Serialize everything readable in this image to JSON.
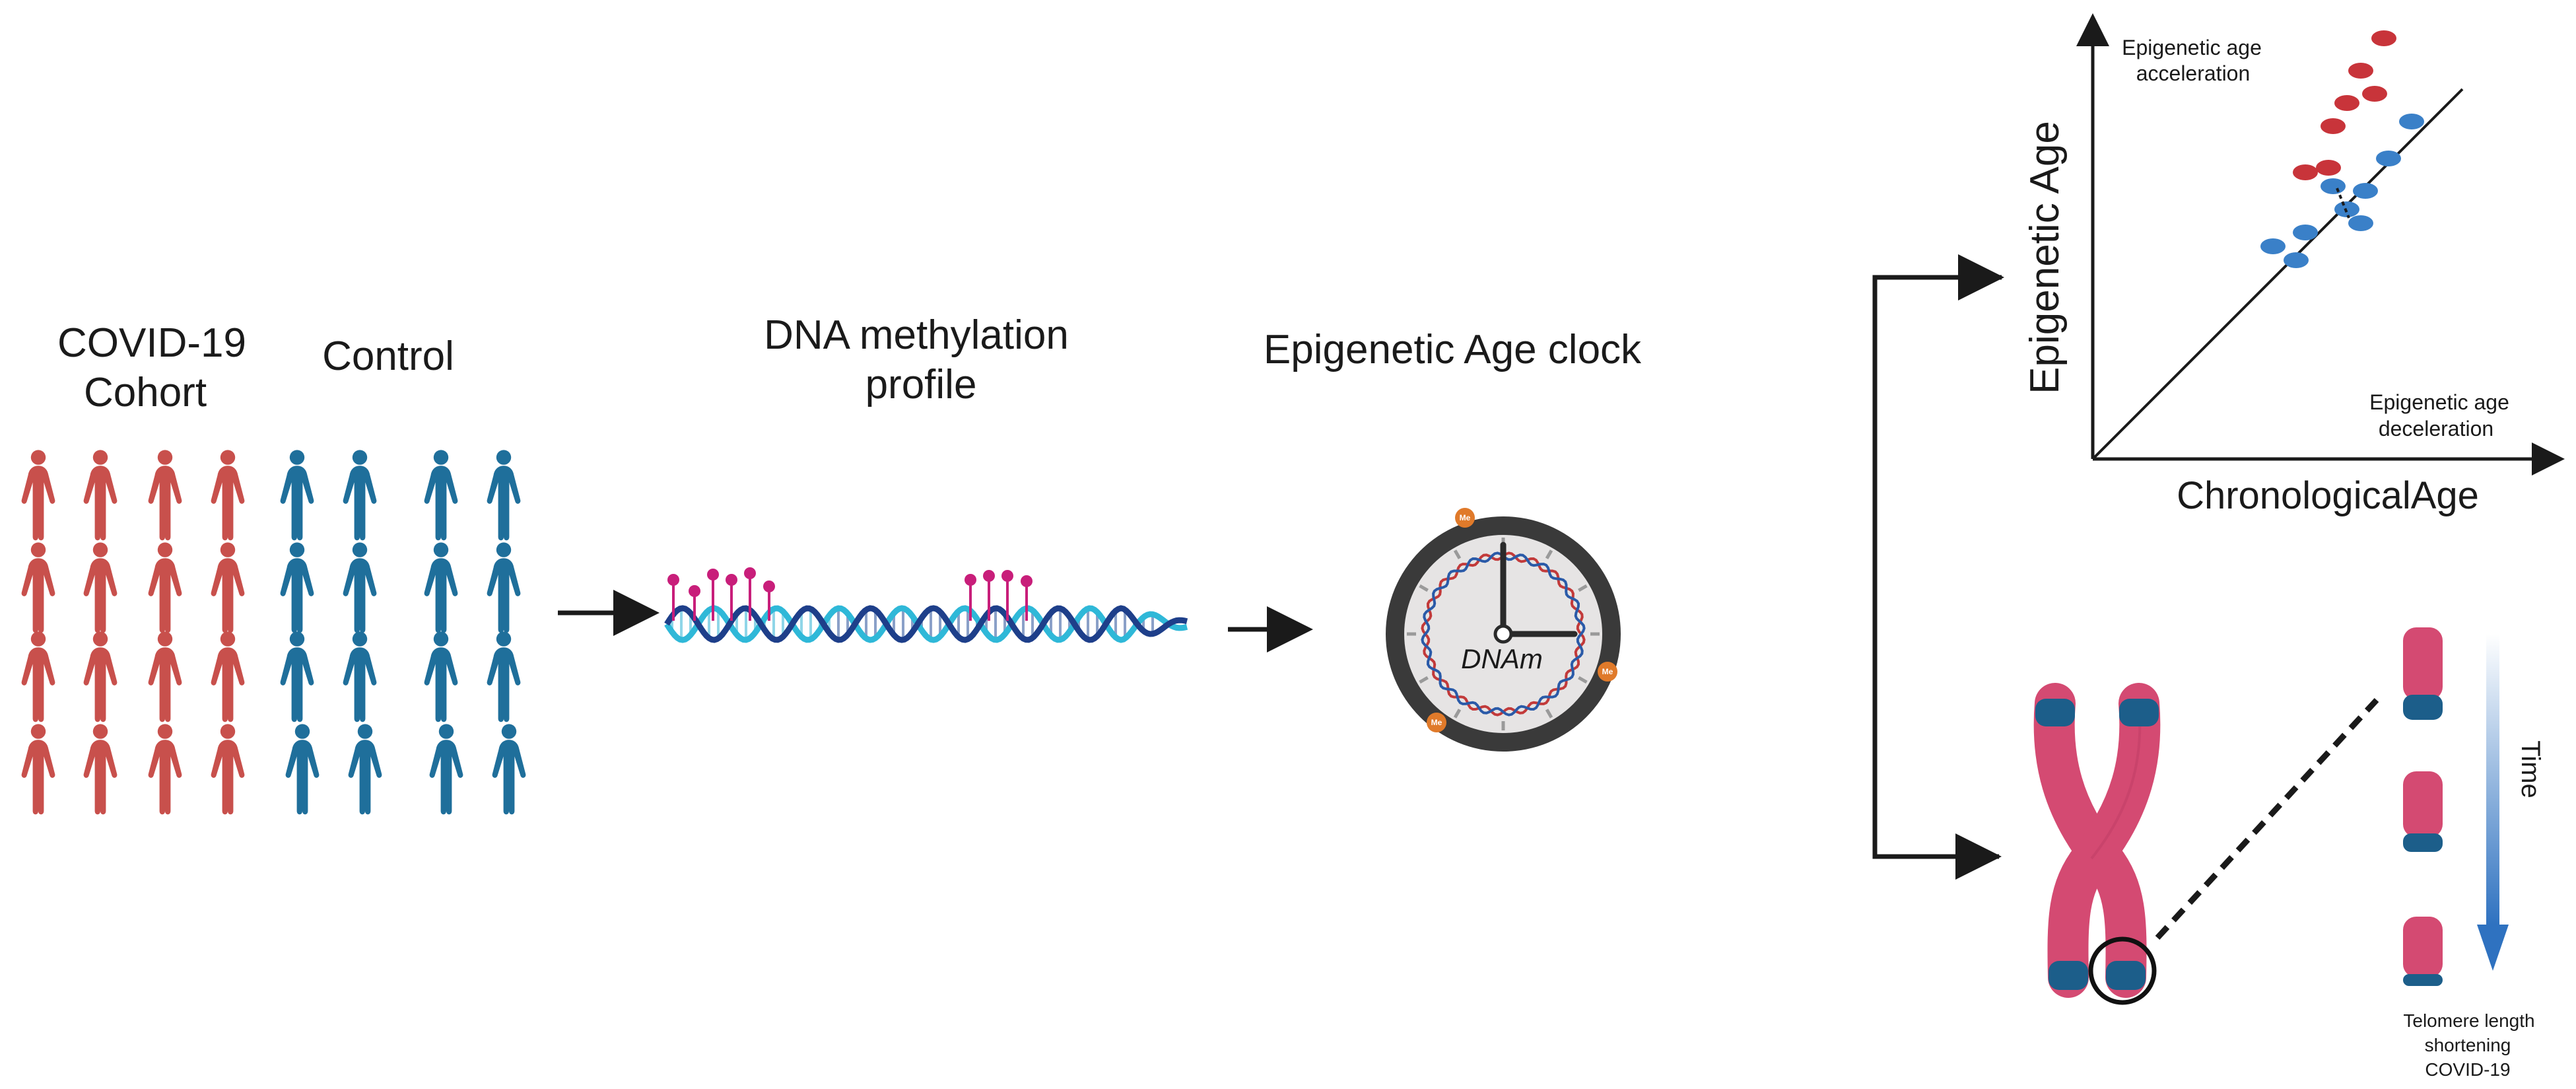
{
  "cohort": {
    "covid_label_line1": "COVID-19",
    "covid_label_line2": "Cohort",
    "control_label": "Control",
    "covid_color": "#c8504c",
    "control_color": "#1f6f9b"
  },
  "methylation": {
    "title_line1": "DNA methylation",
    "title_line2": "profile",
    "marker_color": "#c81e7a",
    "helix_colors": [
      "#2fb8d8",
      "#1e3f8a"
    ]
  },
  "clock": {
    "title": "Epigenetic Age clock",
    "face_label": "DNAm",
    "me_badge": "Me",
    "rim_color": "#3a3a3a",
    "face_color": "#e6e4e4"
  },
  "scatter": {
    "ylabel": "Epigenetic Age",
    "xlabel": "ChronologicalAge",
    "upper_note_line1": "Epigenetic age",
    "upper_note_line2": "acceleration",
    "lower_note_line1": "Epigenetic age",
    "lower_note_line2": "deceleration"
  },
  "chart_data": {
    "type": "scatter",
    "title": "",
    "xlabel": "ChronologicalAge",
    "ylabel": "Epigenetic Age",
    "xlim": [
      0,
      100
    ],
    "ylim": [
      0,
      100
    ],
    "reference_line": "identity",
    "series": [
      {
        "color": "#c8343a",
        "points": [
          [
            63,
            91
          ],
          [
            58,
            84
          ],
          [
            55,
            77
          ],
          [
            52,
            72
          ],
          [
            61,
            79
          ],
          [
            46,
            62
          ],
          [
            51,
            63
          ]
        ]
      },
      {
        "color": "#3a80c8",
        "points": [
          [
            69,
            73
          ],
          [
            64,
            65
          ],
          [
            59,
            58
          ],
          [
            55,
            54
          ],
          [
            46,
            49
          ],
          [
            39,
            46
          ],
          [
            44,
            43
          ],
          [
            52,
            59
          ],
          [
            58,
            51
          ]
        ]
      }
    ]
  },
  "telomere": {
    "time_label": "Time",
    "caption_line1": "Telomere length",
    "caption_line2": "shortening",
    "caption_line3": "COVID-19",
    "chromosome_color": "#d44a72",
    "cap_color": "#1c5e8a",
    "time_arrow_color": "#3a7ec6"
  }
}
